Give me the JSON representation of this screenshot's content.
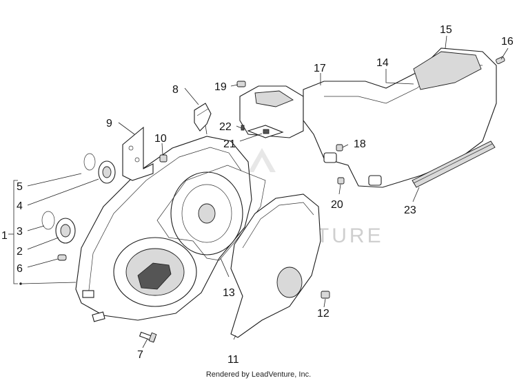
{
  "labels": {
    "l1": "1",
    "l2": "2",
    "l3": "3",
    "l4": "4",
    "l5": "5",
    "l6": "6",
    "l7": "7",
    "l8": "8",
    "l9": "9",
    "l10": "10",
    "l11": "11",
    "l12": "12",
    "l13": "13",
    "l14": "14",
    "l15": "15",
    "l16": "16",
    "l17": "17",
    "l18": "18",
    "l19": "19",
    "l20": "20",
    "l21": "21",
    "l22": "22",
    "l23": "23"
  },
  "watermark": "PARTSVENTURE",
  "footer": "Rendered by LeadVenture, Inc."
}
